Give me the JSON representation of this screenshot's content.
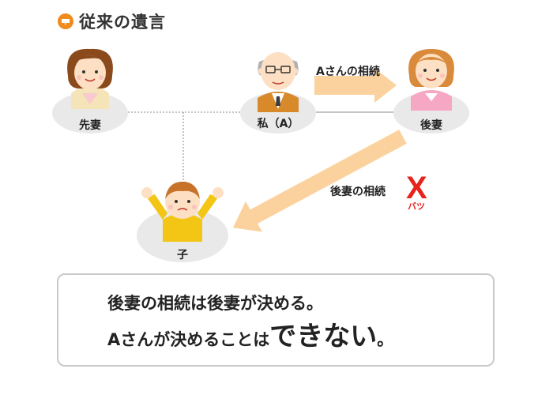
{
  "title": "従来の遺言",
  "people": {
    "ex_wife": "先妻",
    "self": "私（A）",
    "second_wife": "後妻",
    "child": "子"
  },
  "arrows": {
    "self_to_wife": "Aさんの相続",
    "wife_to_child": "後妻の相続"
  },
  "batsu": {
    "mark": "X",
    "label": "バツ"
  },
  "colors": {
    "arrow": "#fbd29e",
    "cross": "#e8231c",
    "circle": "#e9e9e9",
    "title_icon": "#f08c1e"
  },
  "conclusion": {
    "line1": "後妻の相続は後妻が決める。",
    "line2_prefix": "Aさんが決めることは",
    "line2_emphasis": "できない",
    "line2_suffix": "。"
  }
}
